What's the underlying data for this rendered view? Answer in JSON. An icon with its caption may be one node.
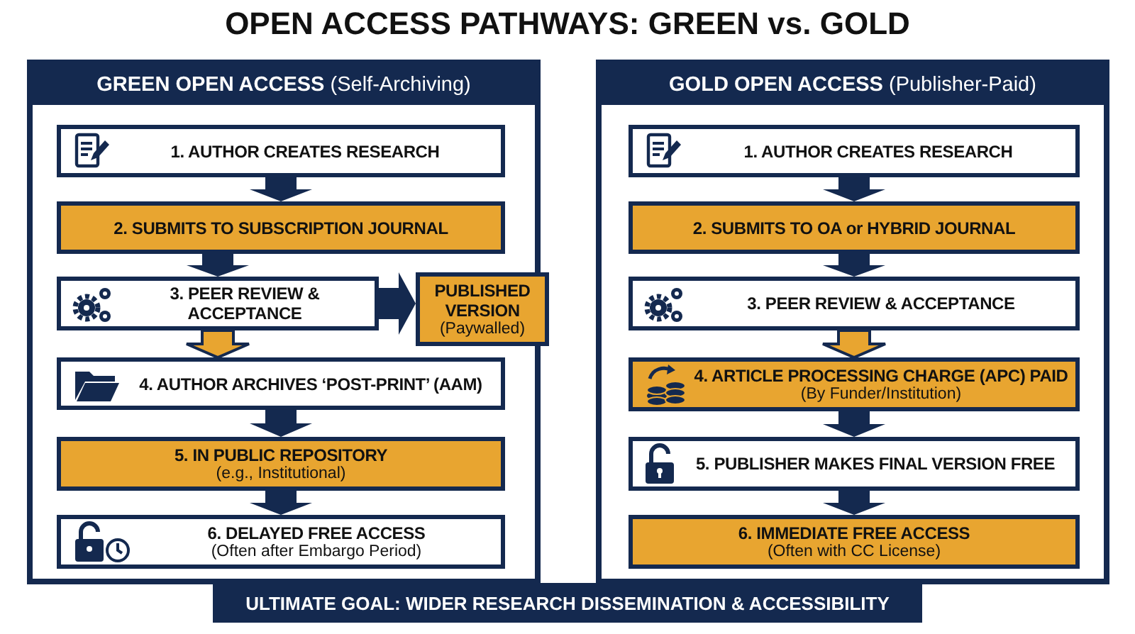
{
  "diagram": {
    "title": "OPEN ACCESS PATHWAYS: GREEN vs. GOLD",
    "nodes": [
      {
        "text": [
          "**GREEN OPEN ACCESS** (Self-Archiving)"
        ]
      },
      {
        "text": [
          "1. AUTHOR CREATES RESEARCH"
        ],
        "in": 0
      },
      {
        "text": [
          "2. SUBMITS TO SUBSCRIPTION JOURNAL"
        ],
        "in": 0
      },
      {
        "text": [
          "3. PEER REVIEW & ACCEPTANCE"
        ],
        "in": 0
      },
      {
        "text": [
          "PUBLISHED VERSION",
          "(Paywalled)"
        ]
      },
      {
        "text": [
          "4. AUTHOR ARCHIVES ‘POST-PRINT’ (AAM)"
        ],
        "in": 0
      },
      {
        "text": [
          "5. IN PUBLIC REPOSITORY",
          "(e.g., Institutional)"
        ],
        "in": 0
      },
      {
        "text": [
          "6. DELAYED FREE ACCESS",
          "(Often after Embargo Period)"
        ],
        "in": 0
      },
      {
        "text": [
          "**GOLD OPEN ACCESS** (Publisher-Paid)"
        ]
      },
      {
        "text": [
          "1. AUTHOR CREATES RESEARCH"
        ],
        "in": 8
      },
      {
        "text": [
          "2. SUBMITS TO OA or HYBRID JOURNAL"
        ],
        "in": 8
      },
      {
        "text": [
          "3. PEER REVIEW & ACCEPTANCE"
        ],
        "in": 8
      },
      {
        "text": [
          "4. ARTICLE PROCESSING CHARGE (APC) PAID",
          "(By Funder/Institution)"
        ],
        "in": 8
      },
      {
        "text": [
          "5. PUBLISHER MAKES FINAL VERSION FREE"
        ],
        "in": 8
      },
      {
        "text": [
          "6. IMMEDIATE FREE ACCESS",
          "(Often with CC License)"
        ],
        "in": 8
      },
      {
        "text": [
          "ULTIMATE GOAL: WIDER RESEARCH DISSEMINATION & ACCESSIBILITY"
        ]
      }
    ],
    "edges": [
      {
        "from": 1,
        "to": 2,
        "arrow": "to"
      },
      {
        "from": 2,
        "to": 3,
        "arrow": "to"
      },
      {
        "from": 3,
        "to": 4,
        "arrow": "to"
      },
      {
        "from": 3,
        "to": 5,
        "arrow": "to",
        "color": "#e8a530"
      },
      {
        "from": 5,
        "to": 6,
        "arrow": "to"
      },
      {
        "from": 6,
        "to": 7,
        "arrow": "to"
      },
      {
        "from": 9,
        "to": 10,
        "arrow": "to"
      },
      {
        "from": 10,
        "to": 11,
        "arrow": "to"
      },
      {
        "from": 11,
        "to": 12,
        "arrow": "to",
        "color": "#e8a530"
      },
      {
        "from": 12,
        "to": 13,
        "arrow": "to"
      },
      {
        "from": 13,
        "to": 14,
        "arrow": "to"
      }
    ]
  }
}
